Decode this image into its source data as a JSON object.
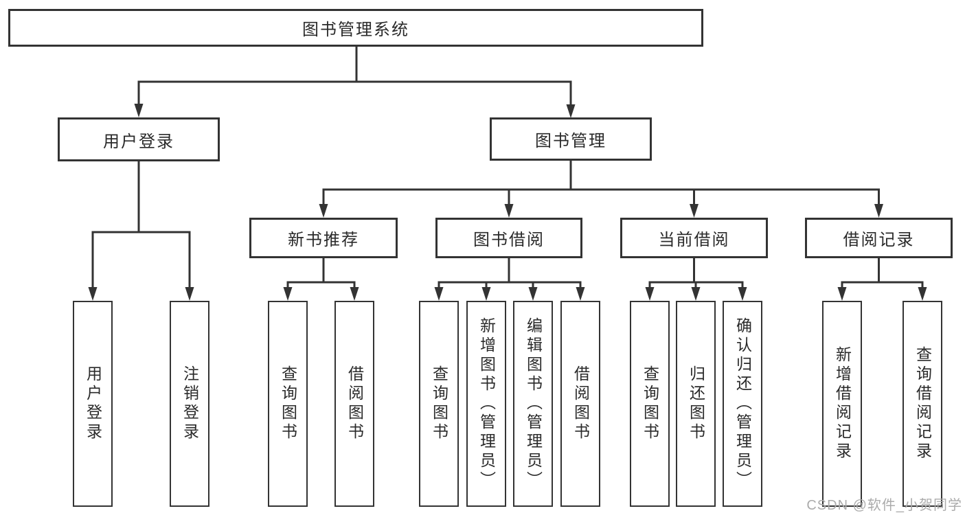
{
  "diagram": {
    "nodes": {
      "root": "图书管理系统",
      "user_login": "用户登录",
      "book_mgmt": "图书管理",
      "new_books": "新书推荐",
      "book_borrow": "图书借阅",
      "current_borrow": "当前借阅",
      "borrow_records": "借阅记录"
    },
    "leaves": {
      "user_login": [
        "用户登录",
        "注销登录"
      ],
      "new_books": [
        "查询图书",
        "借阅图书"
      ],
      "book_borrow": [
        "查询图书",
        "新增图书（管理员）",
        "编辑图书（管理员）",
        "借阅图书"
      ],
      "current_borrow": [
        "查询图书",
        "归还图书",
        "确认归还（管理员）"
      ],
      "borrow_records": [
        "新增借阅记录",
        "查询借阅记录"
      ]
    },
    "watermark": "CSDN @软件_小贺同学",
    "colors": {
      "line": "#333333",
      "text": "#2a2a2a",
      "watermark": "#ababab",
      "background": "#ffffff"
    }
  }
}
